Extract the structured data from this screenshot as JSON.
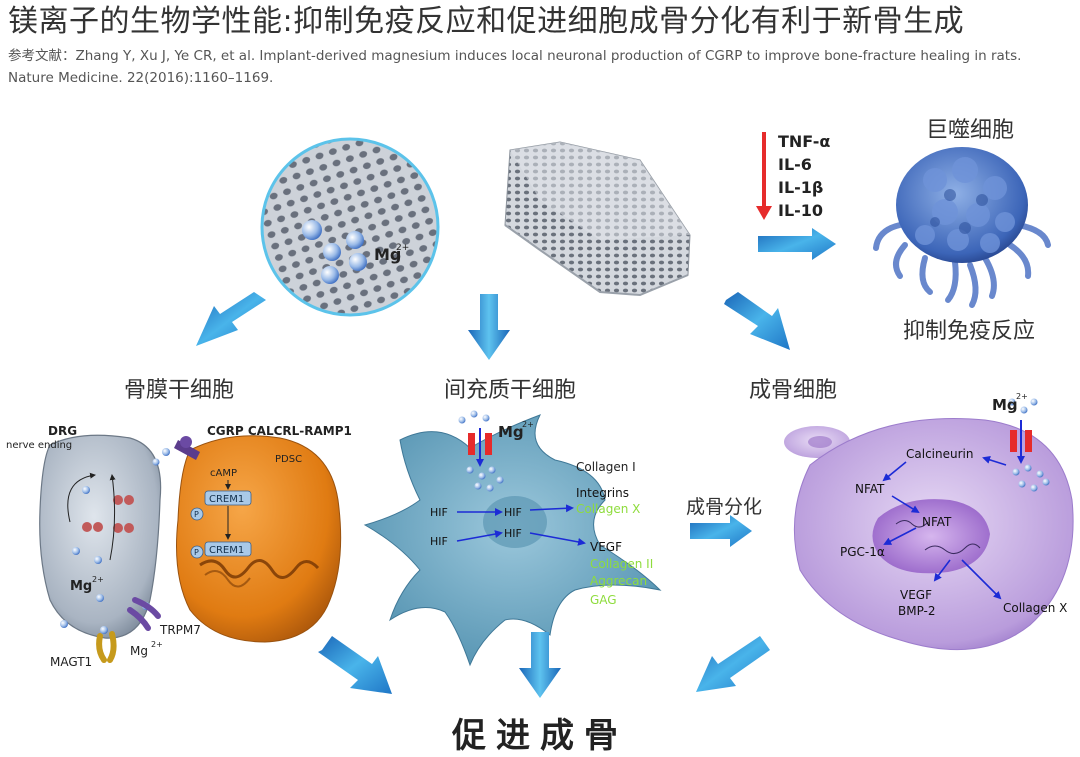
{
  "title": "镁离子的生物学性能:抑制免疫反应和促进细胞成骨分化有利于新骨生成",
  "reference": {
    "prefix": "参考文献：",
    "text": "Zhang Y, Xu J, Ye CR, et al. Implant-derived magnesium induces local neuronal production of CGRP to improve bone-fracture healing in rats. Nature Medicine. 22(2016):1160–1169."
  },
  "top": {
    "mg_ion": "Mg",
    "mg_charge": "2+",
    "cytokines": [
      "TNF-α",
      "IL-6",
      "IL-1β",
      "IL-10"
    ],
    "macrophage": "巨噬细胞",
    "immune_inhibition": "抑制免疫反应"
  },
  "cells": {
    "periosteal": "骨膜干细胞",
    "mesenchymal": "间充质干细胞",
    "osteoblast": "成骨细胞",
    "osteogenic_diff": "成骨分化",
    "final": "促进成骨"
  },
  "left_panel": {
    "drg": "DRG",
    "nerve_ending": "nerve  ending",
    "cgrp": "CGRP CALCRL-RAMP1",
    "pdsc": "PDSC",
    "camp": "cAMP",
    "crem1_a": "CREM1",
    "crem1_b": "CREM1",
    "p_a": "P",
    "p_b": "P",
    "mg": "Mg",
    "charge": "2+",
    "trpm7": "TRPM7",
    "magt1": "MAGT1",
    "mg2": "Mg",
    "charge2": "2+"
  },
  "middle_panel": {
    "mg": "Mg",
    "charge": "2+",
    "hif1": "HIF",
    "hif2": "HIF",
    "hif3": "HIF",
    "hif4": "HIF",
    "collagen1": "Collagen I",
    "integrins": "Integrins",
    "collagenx": "Collagen X",
    "vegf": "VEGF",
    "collagen2": "Collagen II",
    "aggrecan": "Aggrecan",
    "gag": "GAG"
  },
  "right_panel": {
    "mg": "Mg",
    "charge": "2+",
    "calcineurin": "Calcineurin",
    "nfat1": "NFAT",
    "nfat2": "NFAT",
    "pgc": "PGC-1α",
    "vegf": "VEGF",
    "bmp": "BMP-2",
    "collagenx": "Collagen  X"
  },
  "colors": {
    "arrow_blue": "#2f8fd0",
    "inhibit_red": "#e62b2b",
    "orange_cell": "#e07b12",
    "grey_cell": "#9aa6b4",
    "mesenchymal_cell": "#6fa6bf",
    "osteoblast_cell": "#b79ad9",
    "highlight_green": "#8edc3c",
    "pathway_blue": "#1c2bd6"
  }
}
